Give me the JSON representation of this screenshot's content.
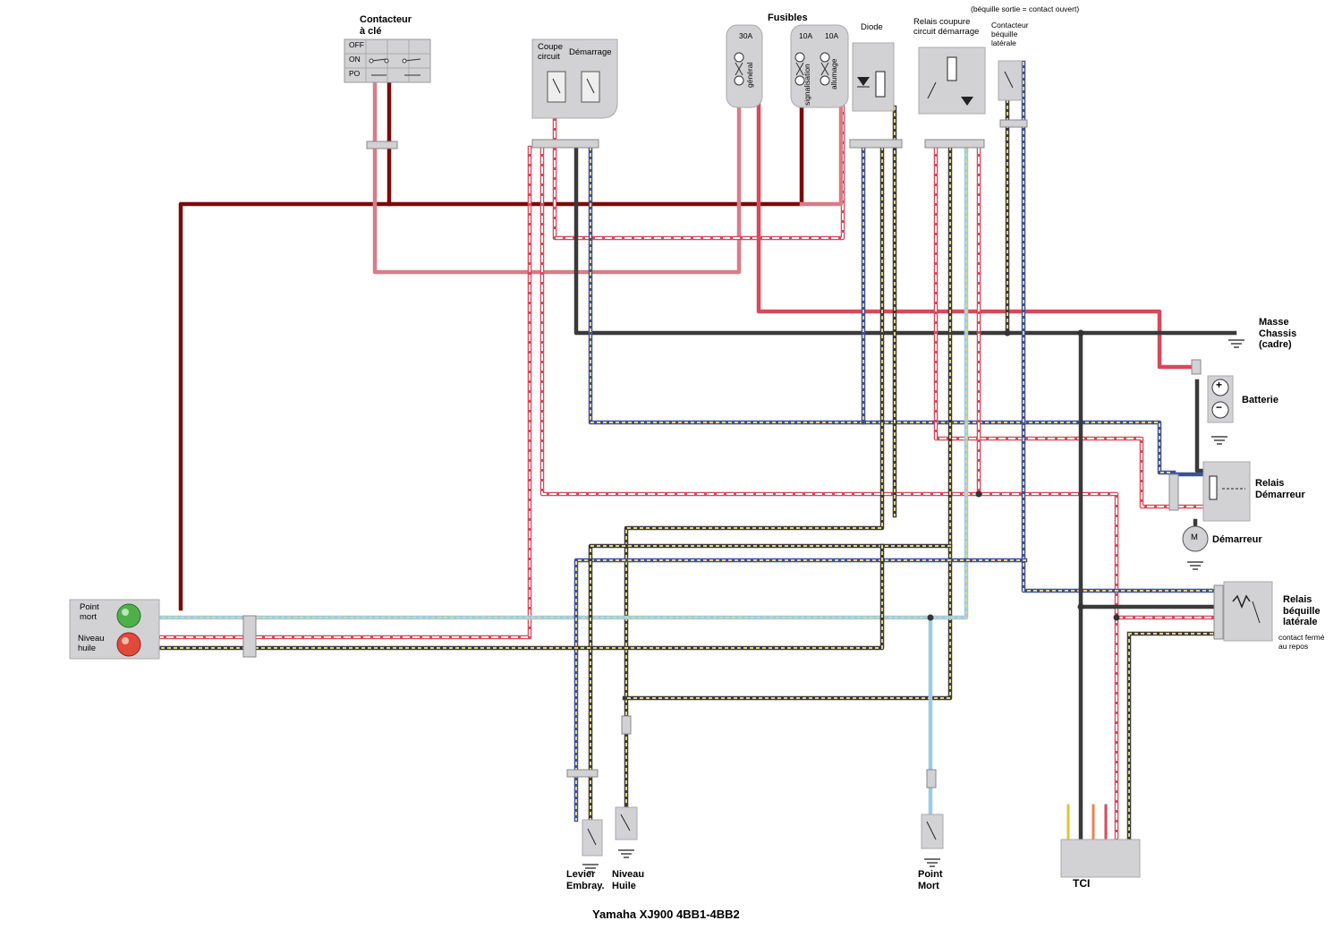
{
  "title": "Yamaha XJ900 4BB1-4BB2",
  "colors": {
    "brown": "#7a0a0a",
    "red": "#d9485a",
    "pink": "#d87c88",
    "dark": "#3a3a3a",
    "blue": "#3c4f9e",
    "light_blue": "#9ccbe8",
    "yellow_dot": "#e3d57a",
    "white_dash": "#ffffff",
    "component_fill": "#d2d2d4"
  },
  "components": {
    "contacteur_cle": {
      "label": "Contacteur\nà clé",
      "positions": [
        "OFF",
        "ON",
        "PO"
      ]
    },
    "coupe_circuit": {
      "label": "Coupe\ncircuit"
    },
    "demarrage": {
      "label": "Démarrage"
    },
    "fusibles": {
      "label": "Fusibles",
      "items": [
        {
          "rating": "30A",
          "name": "général"
        },
        {
          "rating": "10A",
          "name": "signalisation"
        },
        {
          "rating": "10A",
          "name": "allumage"
        }
      ]
    },
    "diode": {
      "label": "Diode"
    },
    "relais_coupure": {
      "label": "Relais coupure\ncircuit démarrage"
    },
    "contacteur_bequille": {
      "label": "Contacteur\nbéquille\nlatérale",
      "note": "(béquille sortie = contact ouvert)"
    },
    "masse": {
      "label": "Masse\nChassis\n(cadre)"
    },
    "batterie": {
      "label": "Batterie",
      "plus": "+",
      "minus": "−"
    },
    "relais_demarreur": {
      "label": "Relais\nDémarreur"
    },
    "demarreur": {
      "label": "Démarreur",
      "symbol": "M"
    },
    "relais_bequille": {
      "label": "Relais\nbéquille\nlatérale",
      "note": "contact fermé\nau repos"
    },
    "point_mort_lamp": {
      "label": "Point\nmort"
    },
    "niveau_huile_lamp": {
      "label": "Niveau\nhuile"
    },
    "levier_embray": {
      "label": "Levier\nEmbray."
    },
    "niveau_huile_switch": {
      "label": "Niveau\nHuile"
    },
    "point_mort_switch": {
      "label": "Point\nMort"
    },
    "tci": {
      "label": "TCI"
    }
  }
}
